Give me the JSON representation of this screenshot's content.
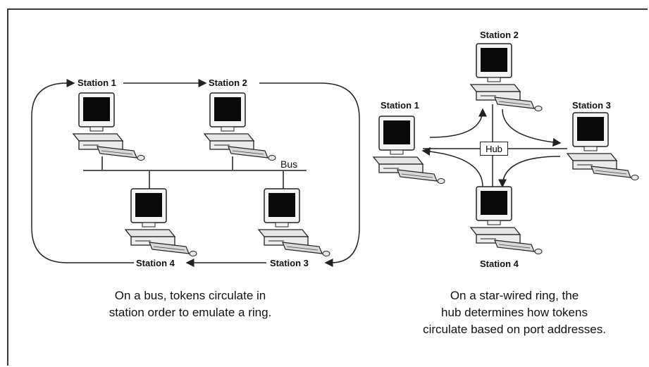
{
  "bus_diagram": {
    "stations": [
      "Station 1",
      "Station 2",
      "Station 3",
      "Station 4"
    ],
    "bus_label": "Bus",
    "caption": [
      "On a bus, tokens circulate in",
      "station order to emulate a ring."
    ]
  },
  "star_diagram": {
    "stations": [
      "Station 1",
      "Station 2",
      "Station 3",
      "Station 4"
    ],
    "hub_label": "Hub",
    "caption": [
      "On a star-wired ring, the",
      "hub determines how tokens",
      "circulate based on port addresses."
    ]
  },
  "colors": {
    "line": "#222222",
    "screen": "#0a0a0a",
    "monitor": "#f4f4f4"
  }
}
